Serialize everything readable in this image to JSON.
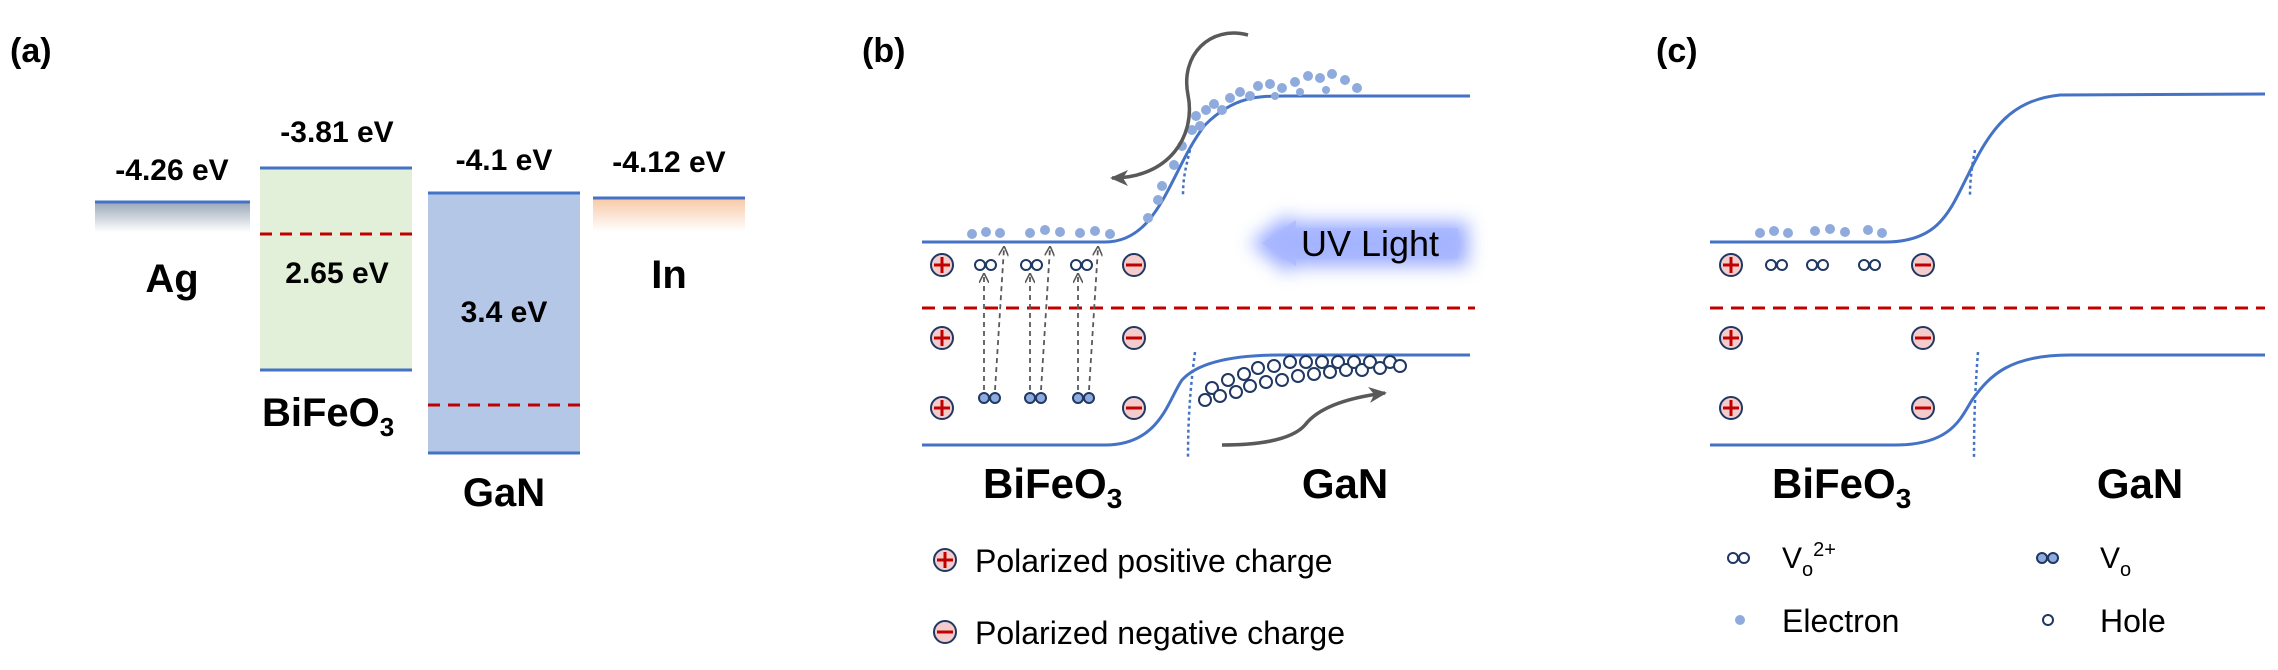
{
  "panel_a": {
    "label": "(a)",
    "ag": {
      "name": "Ag",
      "energy": "-4.26 eV"
    },
    "bifeo3": {
      "name": "BiFeO",
      "sub": "3",
      "energy": "-3.81 eV",
      "gap": "2.65 eV"
    },
    "gan": {
      "name": "GaN",
      "energy": "-4.1 eV",
      "gap": "3.4 eV"
    },
    "in": {
      "name": "In",
      "energy": "-4.12 eV"
    }
  },
  "panel_b": {
    "label": "(b)",
    "uv_light": "UV Light",
    "left_name": "BiFeO",
    "left_sub": "3",
    "right_name": "GaN",
    "legend_positive": "Polarized positive charge",
    "legend_negative": "Polarized negative charge"
  },
  "panel_c": {
    "label": "(c)",
    "left_name": "BiFeO",
    "left_sub": "3",
    "right_name": "GaN",
    "legend": {
      "vo2_base": "V",
      "vo2_sub": "o",
      "vo2_sup": "2+",
      "vo_base": "V",
      "vo_sub": "o",
      "electron": "Electron",
      "hole": "Hole"
    }
  },
  "colors": {
    "band_line": "#4472c4",
    "fermi_dash": "#c00000",
    "bifeo3_fill": "#e2f0d9",
    "gan_fill": "#b4c7e7",
    "electron": "#8faadc",
    "uv_glow": "#8fa3ff",
    "uv_text": "#7030a0",
    "arrow": "#595959"
  }
}
